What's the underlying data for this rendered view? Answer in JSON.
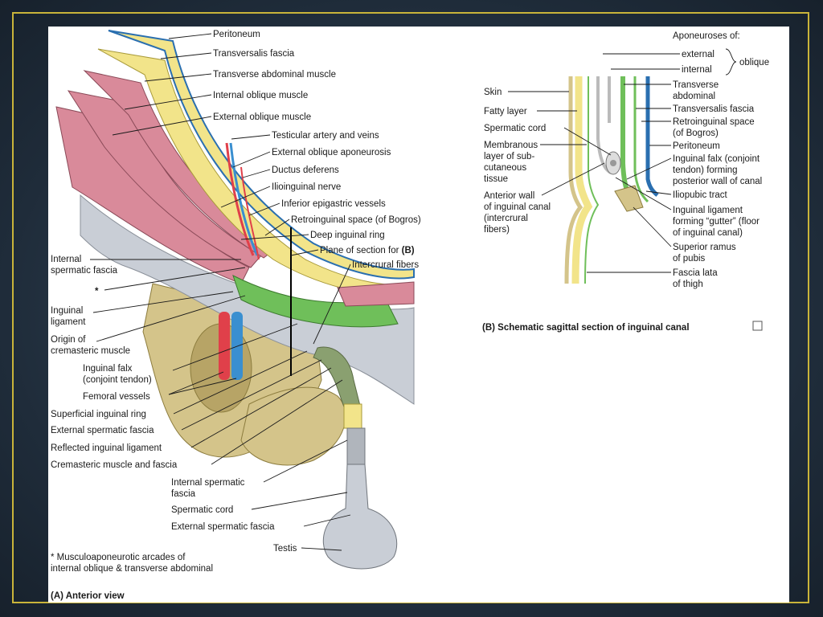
{
  "panel_a": {
    "caption": "(A) Anterior view",
    "footnote_1": "* Musculoaponeurotic arcades of",
    "footnote_2": "internal oblique & transverse abdominal",
    "asterisk": "*",
    "labels": {
      "peritoneum": "Peritoneum",
      "transversalis_fascia": "Transversalis fascia",
      "transverse_abdominal_muscle": "Transverse abdominal muscle",
      "internal_oblique_muscle": "Internal oblique muscle",
      "external_oblique_muscle": "External oblique muscle",
      "testicular_artery": "Testicular artery and veins",
      "external_oblique_aponeurosis": "External oblique aponeurosis",
      "ductus_deferens": "Ductus deferens",
      "ilioinguinal_nerve": "Ilioinguinal nerve",
      "inferior_epigastric": "Inferior epigastric vessels",
      "retroinguinal_space": "Retroinguinal space (of Bogros)",
      "deep_inguinal_ring": "Deep inguinal ring",
      "plane_of_section": "Plane of section for ",
      "plane_of_section_b": "(B)",
      "intercrural_fibers": "Intercrural fibers",
      "internal_spermatic_1": "Internal",
      "internal_spermatic_2": "spermatic fascia",
      "inguinal_ligament_1": "Inguinal",
      "inguinal_ligament_2": "ligament",
      "origin_cremasteric_1": "Origin of",
      "origin_cremasteric_2": "cremasteric muscle",
      "inguinal_falx_1": "Inguinal falx",
      "inguinal_falx_2": "(conjoint tendon)",
      "femoral_vessels": "Femoral vessels",
      "superficial_ring": "Superficial inguinal ring",
      "external_spermatic": "External spermatic fascia",
      "reflected_ligament": "Reflected inguinal ligament",
      "cremasteric_muscle": "Cremasteric muscle and fascia",
      "int_sperm_fascia_1": "Internal spermatic",
      "int_sperm_fascia_2": "fascia",
      "spermatic_cord": "Spermatic cord",
      "ext_sperm_fascia_2": "External spermatic fascia",
      "testis": "Testis"
    }
  },
  "panel_b": {
    "caption": "(B) Schematic sagittal section of inguinal canal",
    "labels": {
      "aponeuroses_of": "Aponeuroses of:",
      "external": "external",
      "internal": "internal",
      "oblique": "oblique",
      "skin": "Skin",
      "fatty_layer": "Fatty layer",
      "spermatic_cord": "Spermatic cord",
      "membranous_1": "Membranous",
      "membranous_2": "layer of sub-",
      "membranous_3": "cutaneous",
      "membranous_4": "tissue",
      "anterior_wall_1": "Anterior wall",
      "anterior_wall_2": "of inguinal canal",
      "anterior_wall_3": "(intercrural",
      "anterior_wall_4": "fibers)",
      "transverse_1": "Transverse",
      "transverse_2": "abdominal",
      "transversalis": "Transversalis fascia",
      "retro_1": "Retroinguinal space",
      "retro_2": "(of Bogros)",
      "peritoneum": "Peritoneum",
      "falx_1": "Inguinal falx (conjoint",
      "falx_2": "tendon) forming",
      "falx_3": "posterior wall of canal",
      "iliopubic": "Iliopubic tract",
      "gutter_1": "Inguinal ligament",
      "gutter_2": "forming “gutter” (floor",
      "gutter_3": "of inguinal canal)",
      "ramus_1": "Superior ramus",
      "ramus_2": "of pubis",
      "lata_1": "Fascia lata",
      "lata_2": "of thigh"
    }
  },
  "colors": {
    "muscle": "#d98a9a",
    "fascia_yellow": "#f2e48a",
    "peritoneum_blue": "#2a6fb0",
    "bone": "#d4c48a",
    "green_layer": "#6fbf5a",
    "artery": "#e0404a",
    "vein": "#3a8fd0",
    "slide_border": "#c9b43a"
  }
}
